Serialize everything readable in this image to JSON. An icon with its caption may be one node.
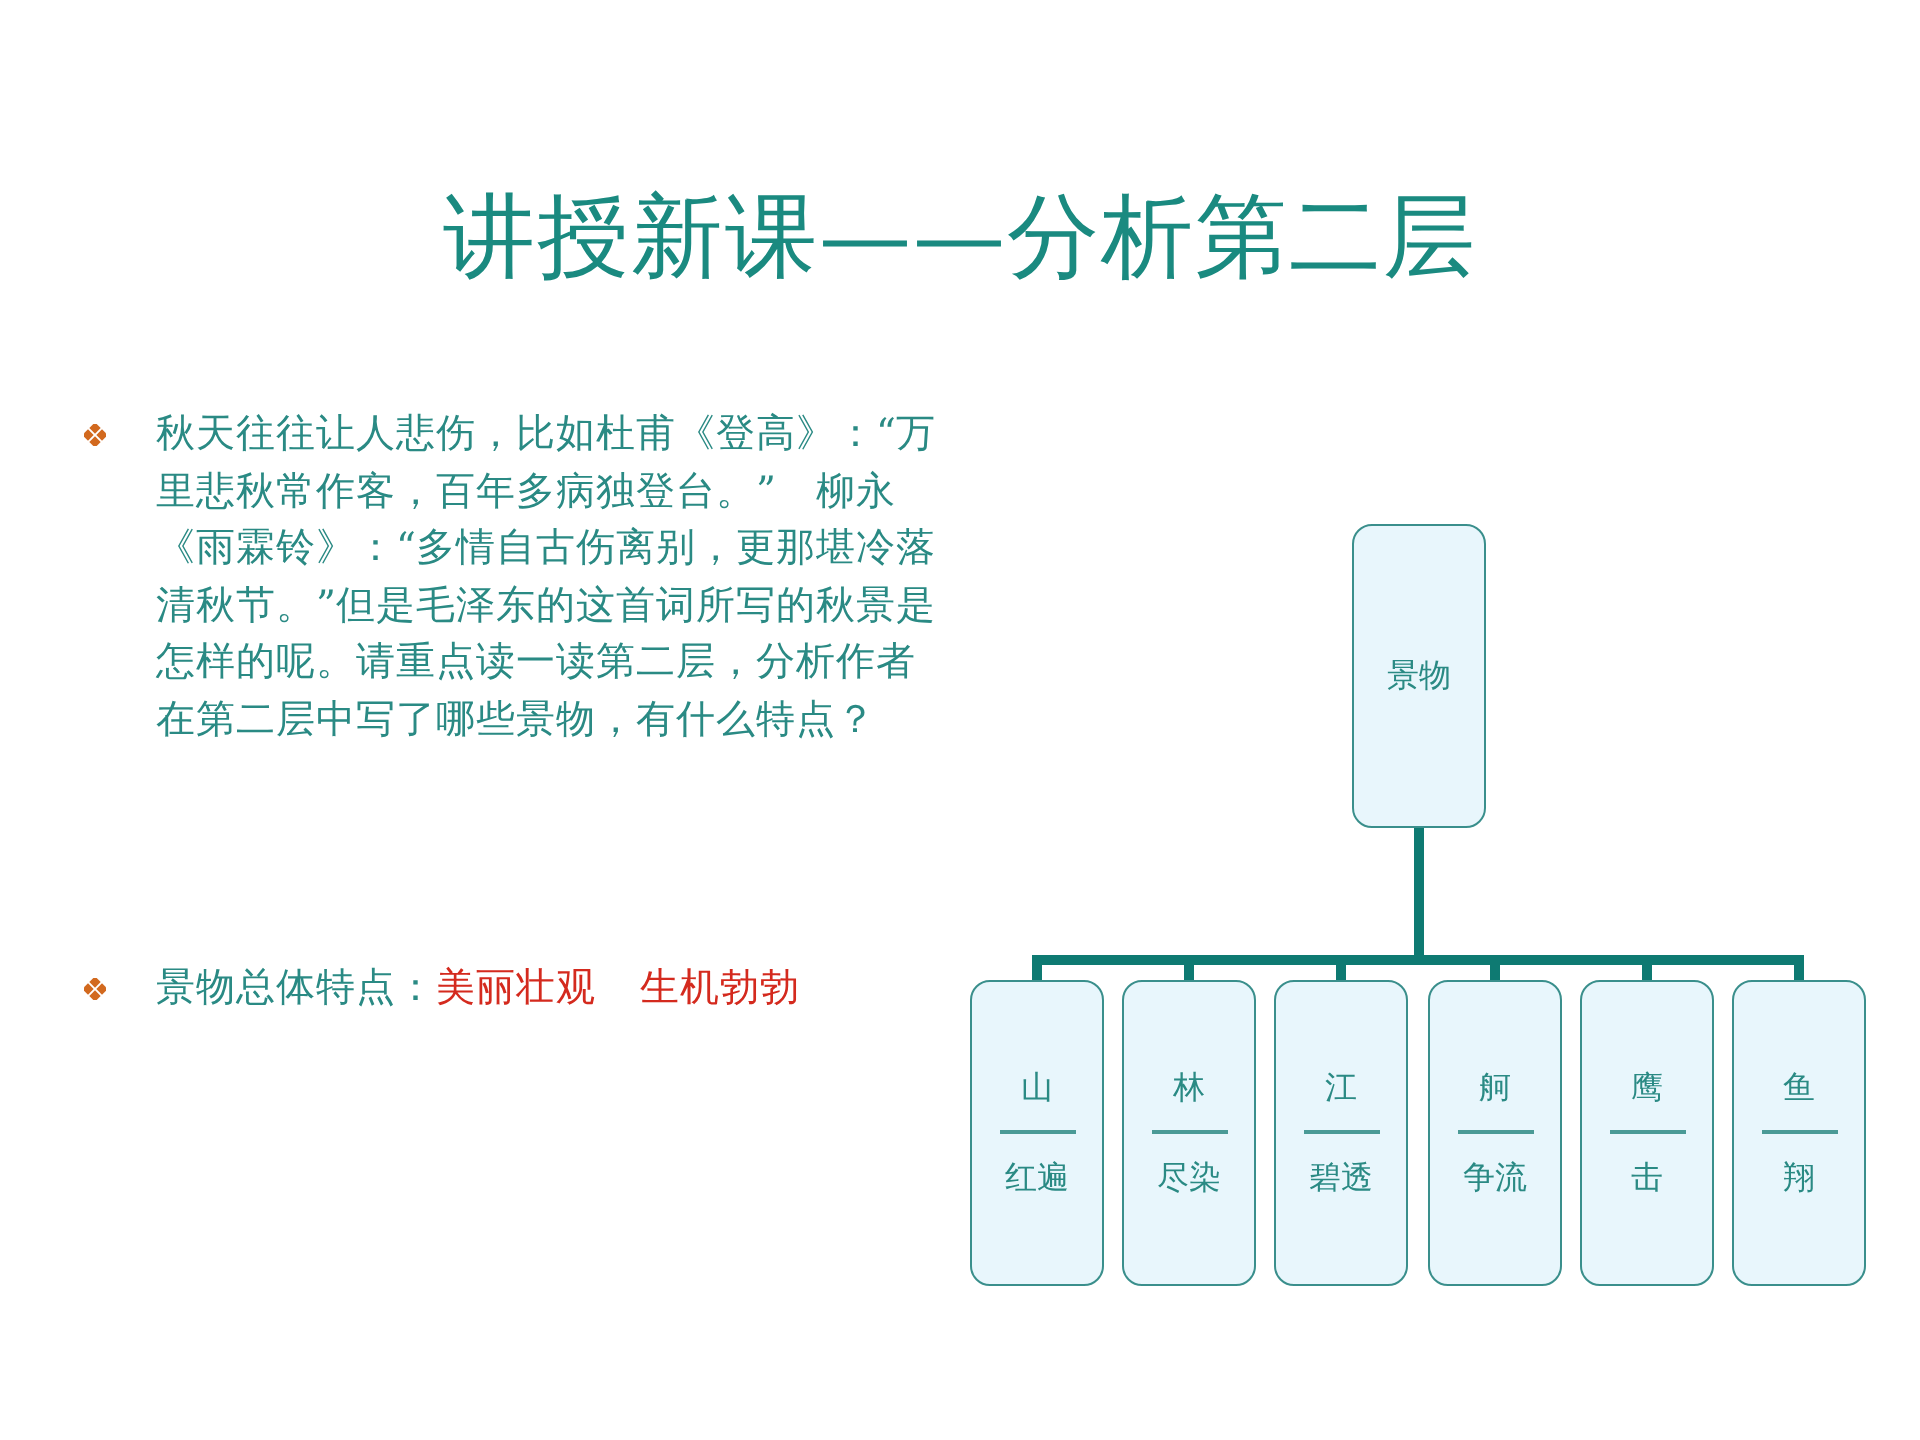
{
  "diagram": {
    "title": "讲授新课——分析第二层",
    "nodes": [
      {
        "text": [
          "景物"
        ]
      },
      {
        "text": [
          "山",
          "红遍"
        ]
      },
      {
        "text": [
          "林",
          "尽染"
        ]
      },
      {
        "text": [
          "江",
          "碧透"
        ]
      },
      {
        "text": [
          "舸",
          "争流"
        ]
      },
      {
        "text": [
          "鹰",
          "击"
        ]
      },
      {
        "text": [
          "鱼",
          "翔"
        ]
      }
    ],
    "edges": [
      {
        "from": 0,
        "to": 1,
        "arrow": "none"
      },
      {
        "from": 0,
        "to": 2,
        "arrow": "none"
      },
      {
        "from": 0,
        "to": 3,
        "arrow": "none"
      },
      {
        "from": 0,
        "to": 4,
        "arrow": "none"
      },
      {
        "from": 0,
        "to": 5,
        "arrow": "none"
      },
      {
        "from": 0,
        "to": 6,
        "arrow": "none"
      }
    ],
    "labels": [
      "秋天往往让人悲伤，比如杜甫《登高》：“万里悲秋常作客，百年多病独登台。”　柳永《雨霖铃》：“多情自古伤离别，更那堪冷落清秋节。”但是毛泽东的这首词所写的秋景是怎样的呢。请重点读一读第二层，分析作者在第二层中写了哪些景物，有什么特点？",
      "景物总体特点：",
      "美丽壮观",
      "生机勃勃"
    ]
  }
}
